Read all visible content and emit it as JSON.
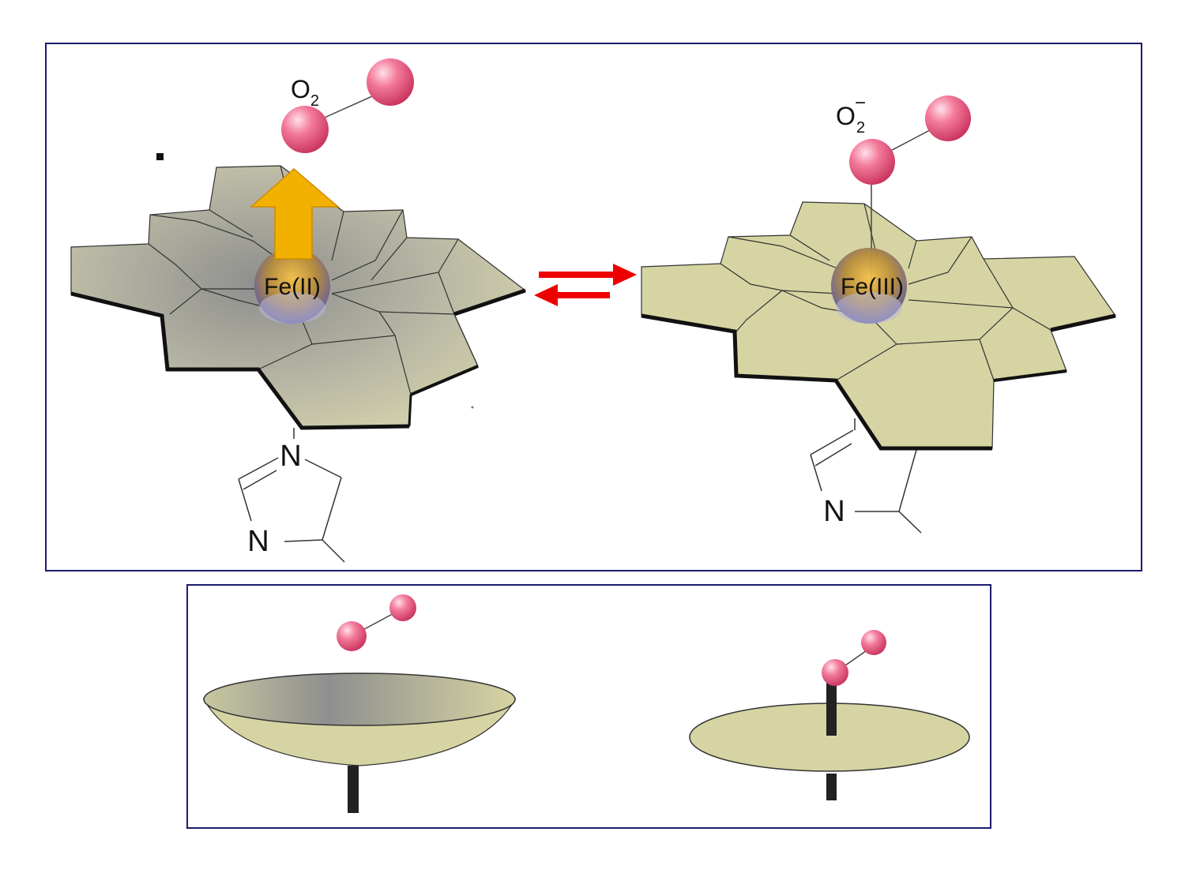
{
  "top_panel": {
    "left": {
      "ligand": "O",
      "ligand_subscript": "2",
      "metal_label": "Fe(II)",
      "nitrogen_upper": "N",
      "nitrogen_lower": "N"
    },
    "right": {
      "ligand": "O",
      "ligand_subscript": "2",
      "ligand_superscript": "−",
      "metal_label": "Fe(III)",
      "nitrogen_label": "N"
    }
  },
  "colors": {
    "frame_border": "#1c1c6e",
    "porphyrin_fill": "#d6d4a2",
    "porphyrin_shade": "#8f8f8f",
    "oxygen_atom": "#f06c8e",
    "shift_arrow": "#f2b100",
    "equilibrium_arrows": "#ee0000"
  },
  "icons": {
    "shift_arrow": "up-arrow-icon",
    "equilibrium": "equilibrium-arrows-icon"
  }
}
